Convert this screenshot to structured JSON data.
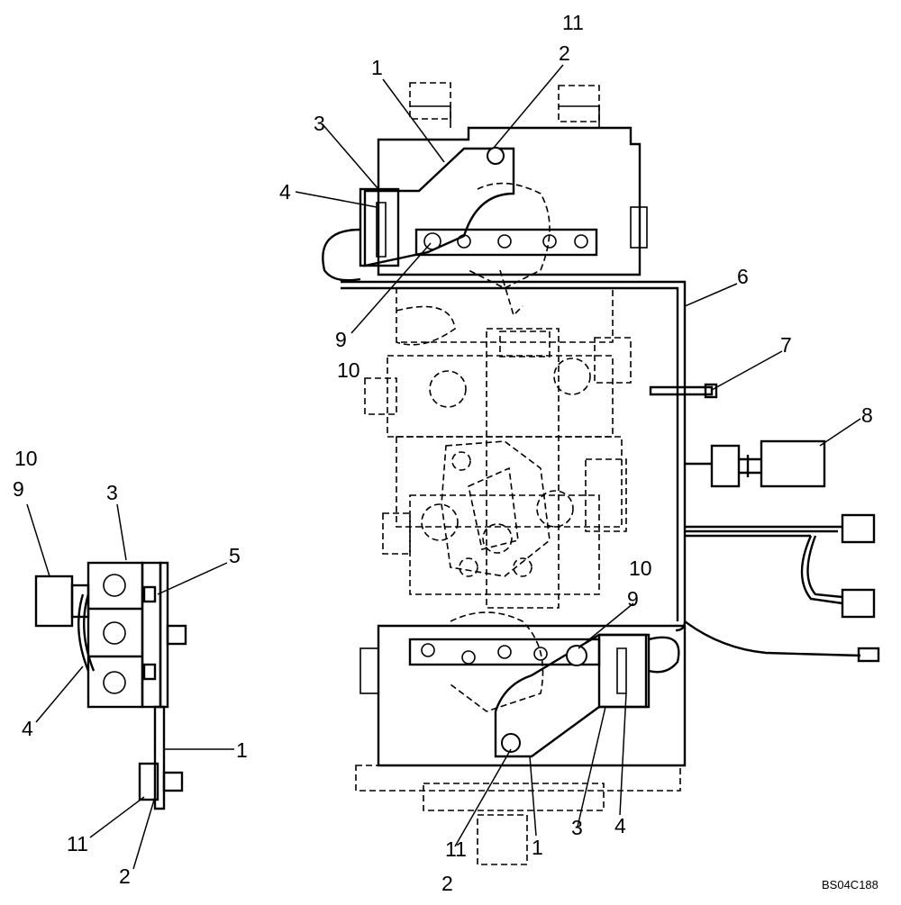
{
  "drawing_code": "BS04C188",
  "callouts": {
    "main_top": {
      "c11": "11",
      "c1": "1",
      "c2": "2",
      "c3": "3",
      "c4": "4",
      "c9": "9",
      "c10": "10",
      "c6": "6",
      "c7": "7",
      "c8": "8"
    },
    "main_bottom": {
      "c10": "10",
      "c9": "9",
      "c11": "11",
      "c1": "1",
      "c3": "3",
      "c4": "4",
      "c2": "2"
    },
    "side_view": {
      "c10": "10",
      "c9": "9",
      "c3": "3",
      "c5": "5",
      "c4": "4",
      "c1": "1",
      "c11": "11",
      "c2": "2"
    }
  }
}
